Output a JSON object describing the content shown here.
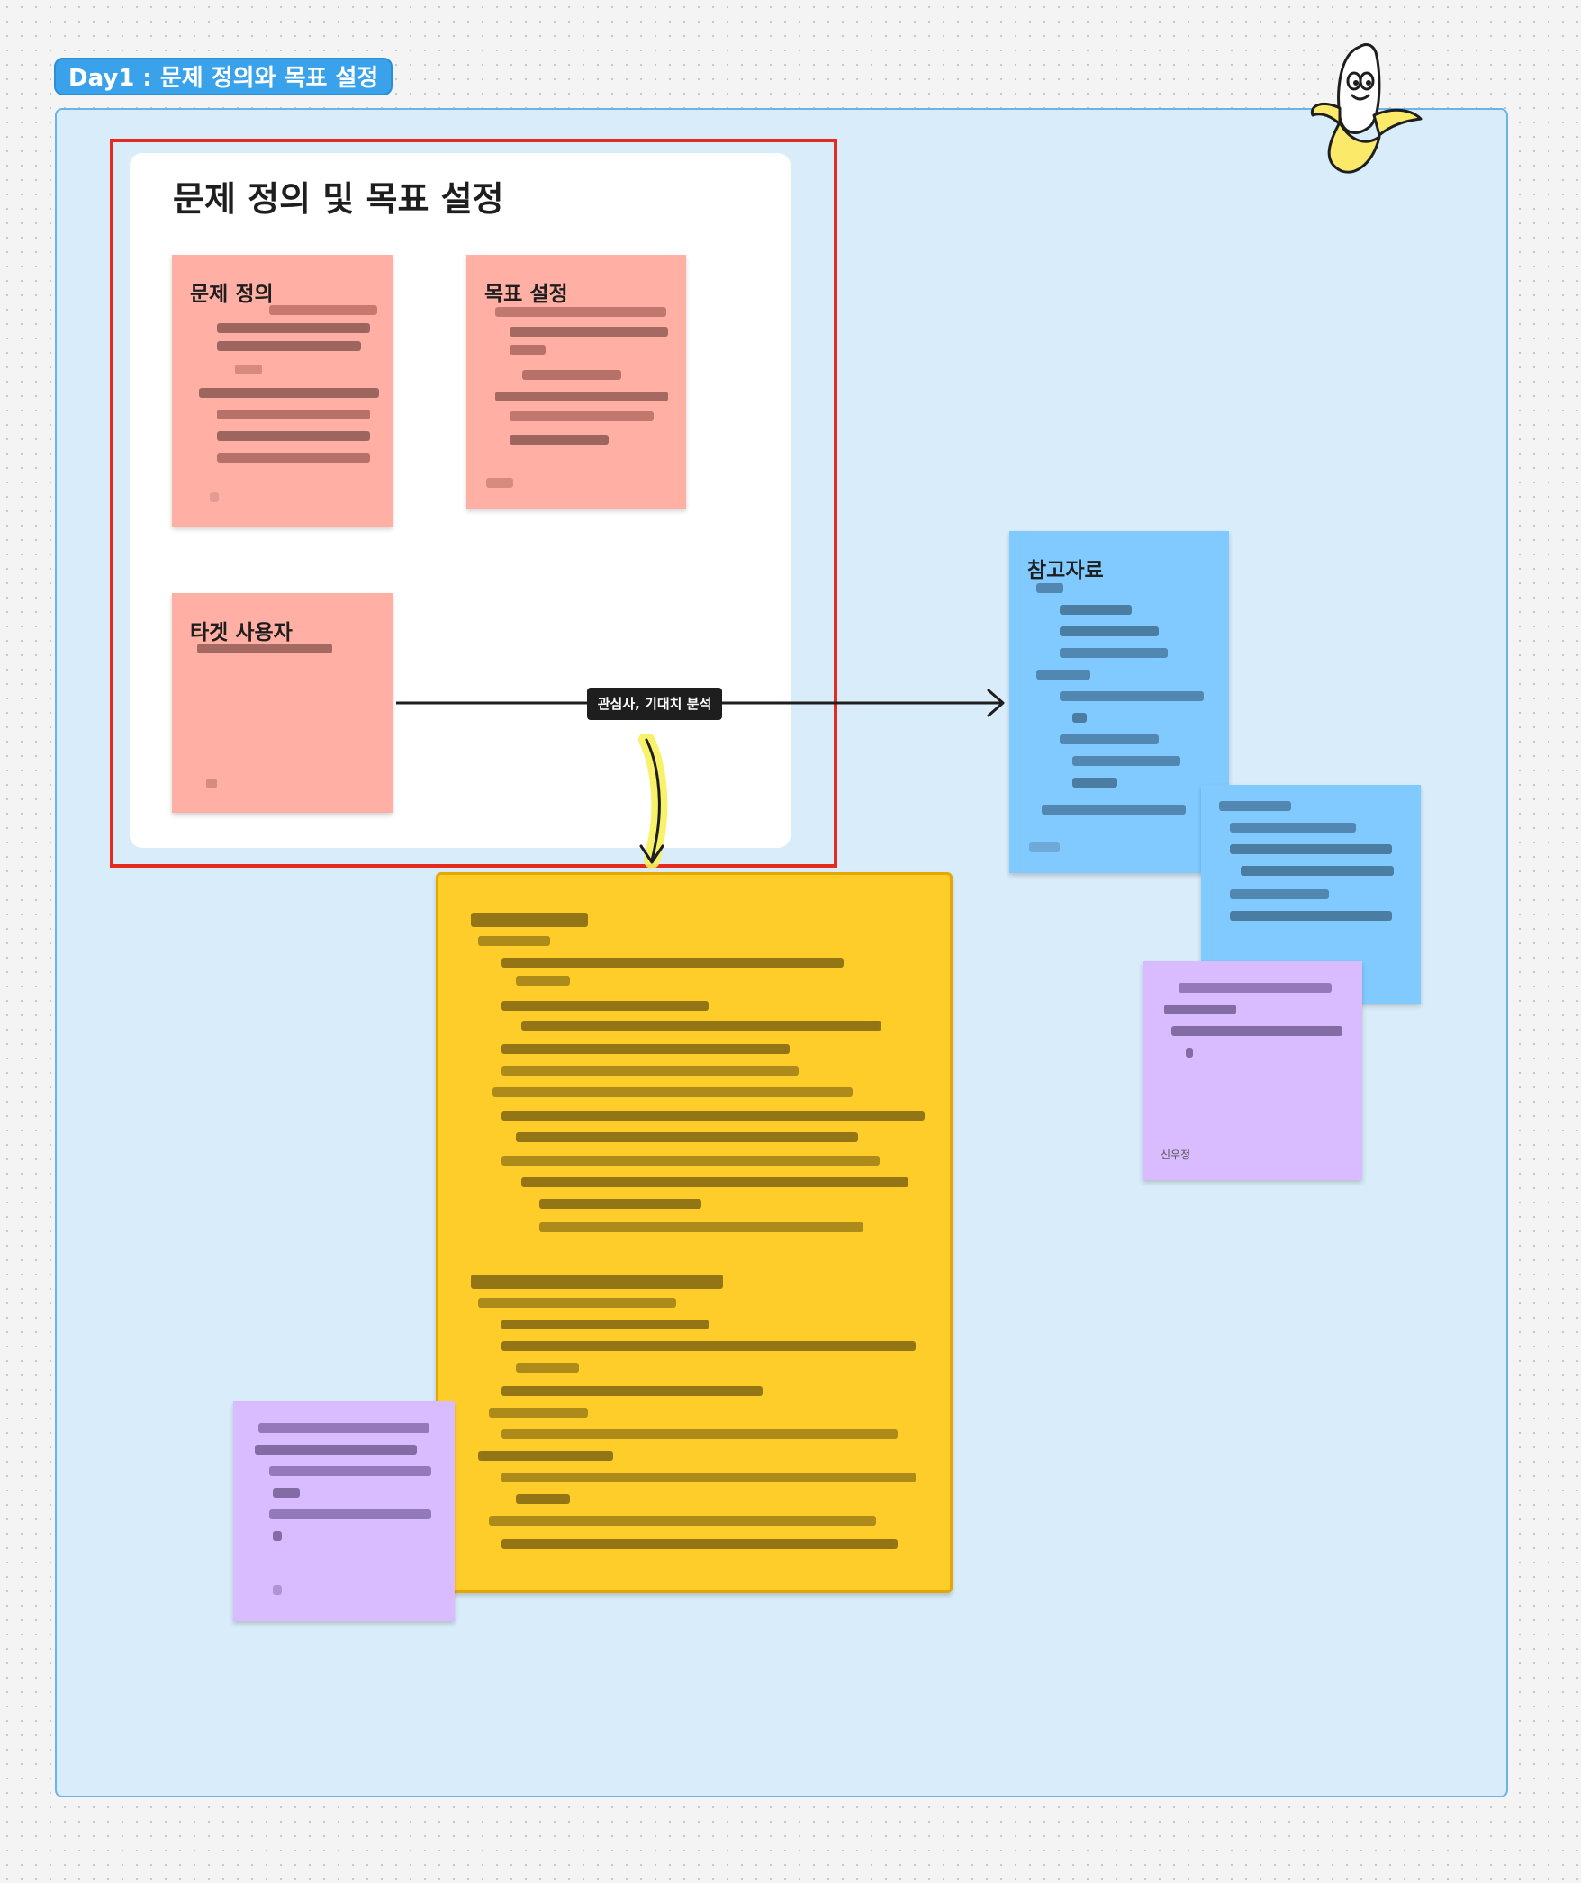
{
  "section": {
    "label": "Day1 : 문제 정의와 목표 설정"
  },
  "frame": {
    "title": "문제 정의 및 목표 설정"
  },
  "stickies": {
    "problem": {
      "title": "문제 정의"
    },
    "goal": {
      "title": "목표 설정"
    },
    "target": {
      "title": "타겟 사용자"
    },
    "reference": {
      "title": "참고자료"
    },
    "purple_right": {
      "author": "신우정"
    }
  },
  "connector": {
    "label": "관심사, 기대치 분석"
  },
  "colors": {
    "section_fill": "#d9ecfa",
    "section_tag": "#3aa2ea",
    "frame_outline": "#e52b1f",
    "sticky_pink": "#ffafa3",
    "sticky_blue": "#80caff",
    "sticky_purple": "#d9bbff",
    "sticky_yellow": "#ffcd29",
    "highlight_arrow": "#f6f15a"
  },
  "icons": {
    "mascot": "banana-mascot-icon"
  }
}
